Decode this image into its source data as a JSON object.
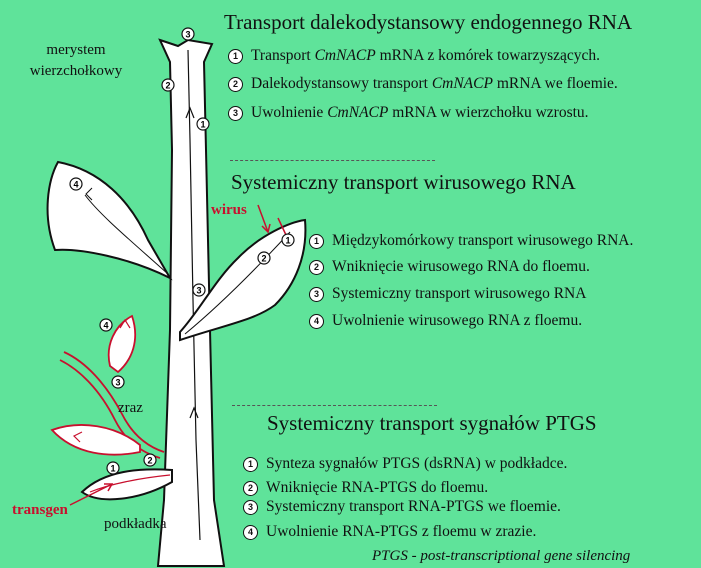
{
  "sections": {
    "endogenous": {
      "title": "Transport dalekodystansowy endogennego RNA",
      "items": [
        {
          "num": "1",
          "pre": "Transport ",
          "em": "CmNACP",
          "post": " mRNA z komórek towarzyszących."
        },
        {
          "num": "2",
          "pre": "Dalekodystansowy transport ",
          "em": "CmNACP",
          "post": " mRNA we floemie."
        },
        {
          "num": "3",
          "pre": "Uwolnienie ",
          "em": "CmNACP",
          "post": " mRNA w wierzchołku wzrostu."
        }
      ]
    },
    "viral": {
      "title": "Systemiczny transport wirusowego RNA",
      "items": [
        {
          "num": "1",
          "text": "Międzykomórkowy transport wirusowego RNA."
        },
        {
          "num": "2",
          "text": "Wniknięcie wirusowego RNA do floemu."
        },
        {
          "num": "3",
          "text": "Systemiczny transport wirusowego RNA"
        },
        {
          "num": "4",
          "text": "Uwolnienie wirusowego RNA z floemu."
        }
      ]
    },
    "ptgs": {
      "title": "Systemiczny transport sygnałów PTGS",
      "items": [
        {
          "num": "1",
          "text": "Synteza sygnałów PTGS (dsRNA) w podkładce."
        },
        {
          "num": "2",
          "text": "Wniknięcie RNA-PTGS do floemu."
        },
        {
          "num": "3",
          "text": "Systemiczny transport RNA-PTGS we floemie."
        },
        {
          "num": "4",
          "text": "Uwolnienie RNA-PTGS z floemu w zrazie."
        }
      ]
    }
  },
  "labels": {
    "meristem_line1": "merystem",
    "meristem_line2": "wierzchołkowy",
    "virus": "wirus",
    "scion": "zraz",
    "transgene": "transgen",
    "rootstock": "podkładka"
  },
  "diagram_markers": {
    "apex": [
      "3",
      "2",
      "1"
    ],
    "stem": "3",
    "leaf_upper_left": "4",
    "leaf_virus": [
      "1",
      "2"
    ],
    "scion": [
      "4",
      "3"
    ],
    "rootstock": [
      "1",
      "2"
    ]
  },
  "footnote": "PTGS - post-transcriptional gene silencing",
  "colors": {
    "background": "#5fe39a",
    "plant_fill": "#ffffff",
    "outline": "#111111",
    "scion_outline": "#c8102e",
    "highlight_red": "#c8102e"
  }
}
